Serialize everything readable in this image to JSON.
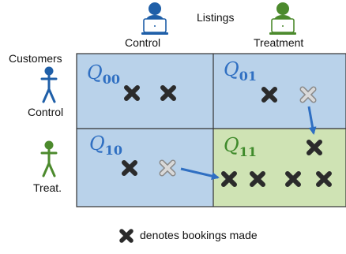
{
  "header": {
    "listings_label": "Listings",
    "control_label": "Control",
    "treatment_label": "Treatment"
  },
  "side": {
    "customers_label": "Customers",
    "control_label": "Control",
    "treatment_label": "Treat."
  },
  "cells": [
    {
      "id": "q00",
      "label": "Q",
      "sub": "00",
      "fill": "#b9d2ea"
    },
    {
      "id": "q01",
      "label": "Q",
      "sub": "01",
      "fill": "#b9d2ea"
    },
    {
      "id": "q10",
      "label": "Q",
      "sub": "10",
      "fill": "#b9d2ea"
    },
    {
      "id": "q11",
      "label": "Q",
      "sub": "11",
      "fill": "#cfe3b4"
    }
  ],
  "legend": {
    "text": "denotes bookings made"
  },
  "colors": {
    "control_blue": "#1f5fa8",
    "treatment_green": "#4c8a2d",
    "q_blue": "#2f6fc2",
    "q_green": "#3f8a2b",
    "arrow": "#2f6fc2",
    "x_dark": "#2b2b2b",
    "x_light_fill": "#d9d9d9",
    "x_light_stroke": "#8a8a8a"
  },
  "icons": [
    "seller-laptop-icon",
    "customer-person-icon"
  ]
}
